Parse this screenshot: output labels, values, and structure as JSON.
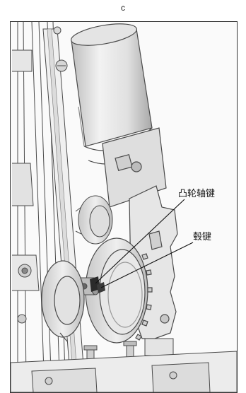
{
  "panel": {
    "label": "c"
  },
  "callouts": {
    "cam_shaft_key": "凸轮轴键",
    "hub_key": "毂键"
  },
  "colors": {
    "metal_light": "#ececec",
    "metal_mid": "#d2d2d2",
    "metal_dark": "#9a9a9a",
    "outline": "#4a4a4a",
    "key_dark": "#2a2a2a"
  }
}
